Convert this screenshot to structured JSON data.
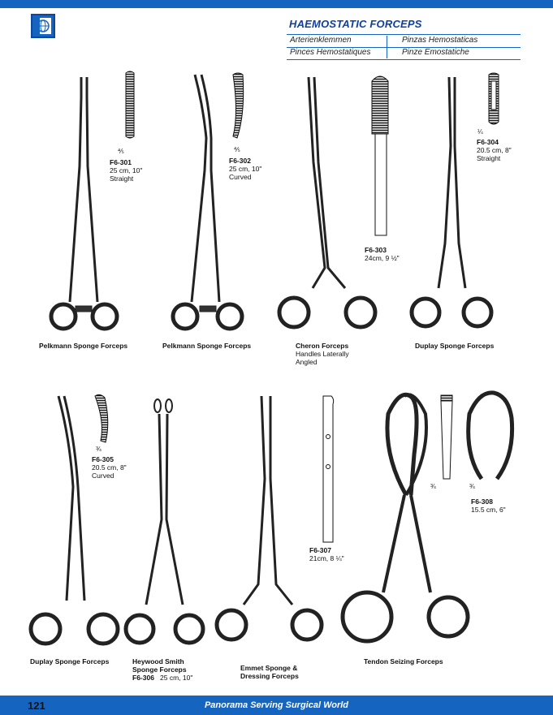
{
  "header": {
    "title": "HAEMOSTATIC FORCEPS",
    "tr_de": "Arterienklemmen",
    "tr_es": "Pinzas Hemostaticas",
    "tr_fr": "Pinces Hemostatiques",
    "tr_it": "Pinze Emostatiche",
    "logo_letter": "P"
  },
  "products": [
    {
      "code": "F6-301",
      "size": "25 cm, 10\"",
      "variant": "Straight",
      "scale": "⅘",
      "name": "Pelkmann Sponge Forceps"
    },
    {
      "code": "F6-302",
      "size": "25 cm, 10\"",
      "variant": "Curved",
      "scale": "⅘",
      "name": "Pelkmann Sponge Forceps"
    },
    {
      "code": "F6-303",
      "size": "24cm, 9 ½\"",
      "name": "Cheron Forceps",
      "note1": "Handles Laterally",
      "note2": "Angled"
    },
    {
      "code": "F6-304",
      "size": "20.5 cm, 8\"",
      "variant": "Straight",
      "scale": "¼",
      "name": "Duplay Sponge Forceps"
    },
    {
      "code": "F6-305",
      "size": "20.5 cm, 8\"",
      "variant": "Curved",
      "scale": "¾",
      "name": "Duplay Sponge Forceps"
    },
    {
      "code": "F6-306",
      "size": "25 cm, 10\"",
      "name_line1": "Heywood Smith",
      "name_line2": "Sponge Forceps"
    },
    {
      "code": "F6-307",
      "size": "21cm, 8 ¼\"",
      "name_line1": "Emmet Sponge &",
      "name_line2": "Dressing Forceps"
    },
    {
      "code": "F6-308",
      "size": "15.5 cm, 6\"",
      "scale_a": "¾",
      "scale_b": "¾",
      "name": "Tendon Seizing Forceps"
    }
  ],
  "footer": {
    "page_number": "121",
    "slogan": "Panorama Serving Surgical World"
  },
  "colors": {
    "brand_blue": "#1565c0",
    "title_blue": "#0d3fa0"
  }
}
